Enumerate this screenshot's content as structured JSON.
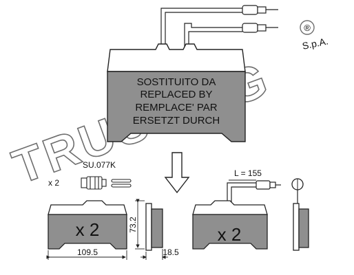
{
  "colors": {
    "pad_fill": "#8f8f8f",
    "line": "#222222",
    "watermark": "#6e6e6e",
    "background": "#ffffff"
  },
  "watermark": {
    "brand": "TRUSTING",
    "registered_mark": "®",
    "company_suffix": "S.p.A."
  },
  "main_pad": {
    "lines": [
      "SOSTITUITO DA",
      "REPLACED BY",
      "REMPLACE' PAR",
      "ERSETZT DURCH"
    ]
  },
  "sensor_kit": {
    "code": "SU.077K",
    "quantity": "x 2"
  },
  "wire_length": {
    "label": "L = 155"
  },
  "pad_left": {
    "quantity": "x 2"
  },
  "pad_right": {
    "quantity": "x 2"
  },
  "dimensions": {
    "width": "109.5",
    "height": "73.2",
    "thickness": "18.5"
  }
}
